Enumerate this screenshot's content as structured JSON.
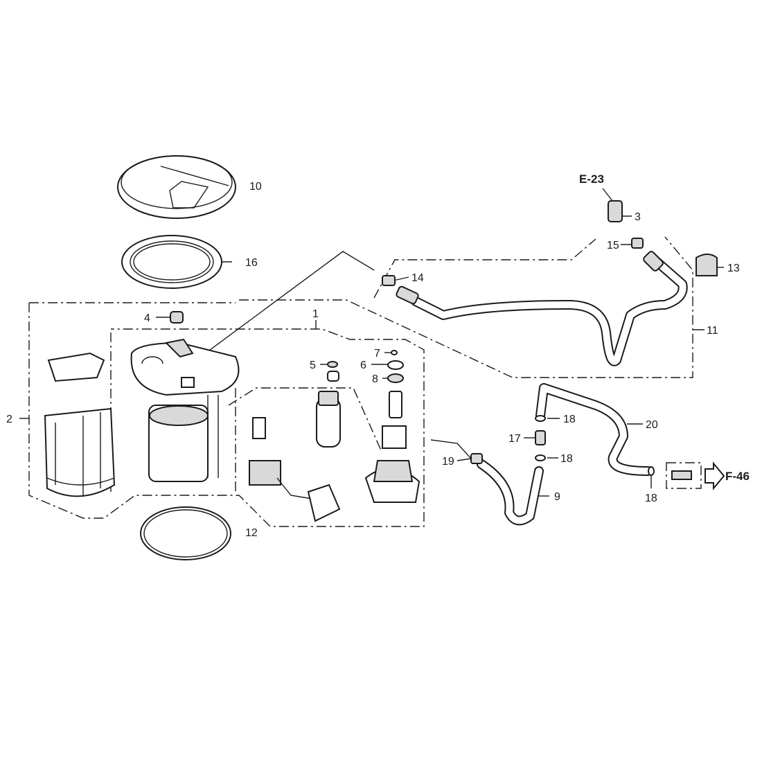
{
  "diagram": {
    "title": "Fuel pump and fuel line parts diagram",
    "callouts": [
      "1",
      "2",
      "3",
      "4",
      "5",
      "6",
      "7",
      "8",
      "9",
      "10",
      "11",
      "12",
      "13",
      "14",
      "15",
      "16",
      "17",
      "18",
      "18",
      "18",
      "19",
      "20"
    ],
    "references": {
      "upper": "E-23",
      "right": "F-46"
    }
  }
}
